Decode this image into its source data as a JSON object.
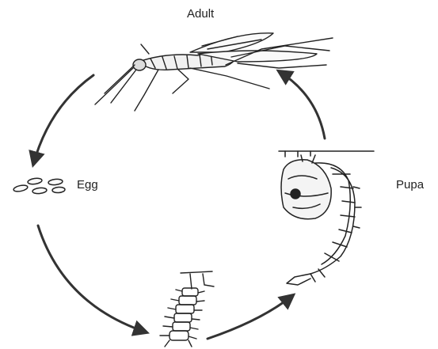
{
  "diagram": {
    "labels": {
      "adult": "Adult",
      "egg": "Egg",
      "pupa": "Pupa"
    },
    "stages": [
      "adult",
      "egg",
      "larva",
      "pupa"
    ],
    "colors": {
      "ink": "#222222",
      "arrow": "#333333",
      "background": "#ffffff"
    }
  }
}
